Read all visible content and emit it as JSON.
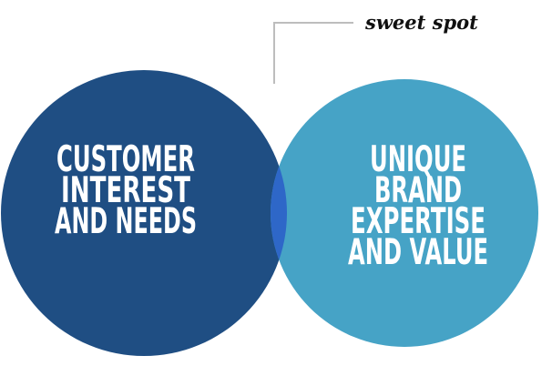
{
  "diagram": {
    "type": "venn",
    "left_circle": {
      "lines": [
        "CUSTOMER",
        "INTEREST",
        "AND NEEDS"
      ],
      "color": "#1f4e83"
    },
    "right_circle": {
      "lines": [
        "UNIQUE",
        "BRAND",
        "EXPERTISE",
        "AND VALUE"
      ],
      "color": "#46a3c6"
    },
    "overlap": {
      "color": "#2e67c8"
    },
    "callout": {
      "text": "sweet spot",
      "line_color": "#bdbdbd"
    }
  }
}
